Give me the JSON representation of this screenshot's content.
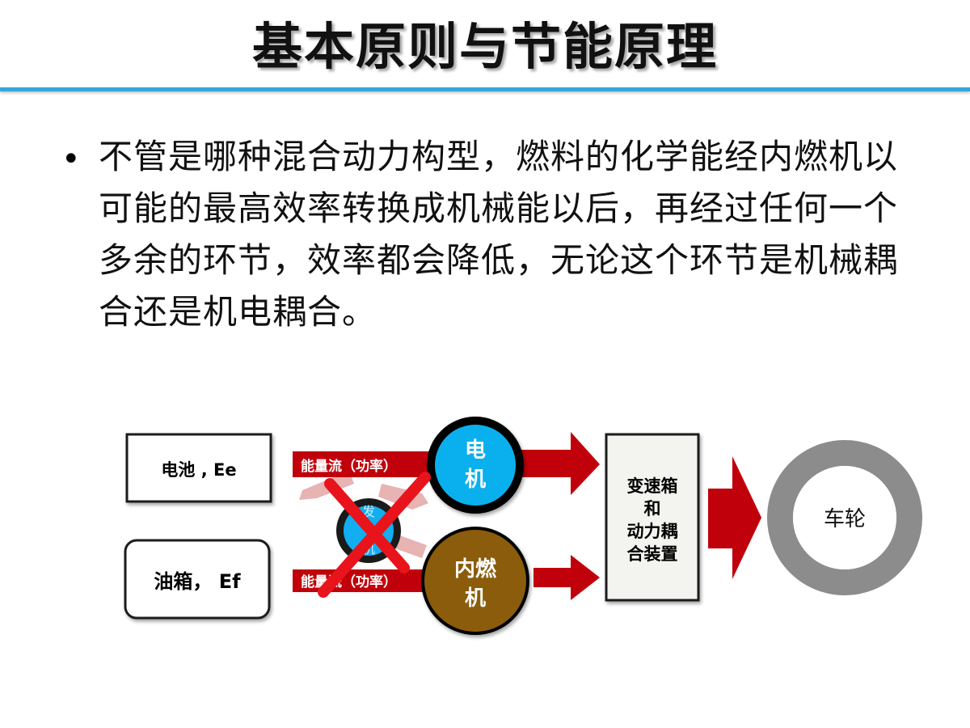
{
  "slide": {
    "title": "基本原则与节能原理",
    "bullet": "不管是哪种混合动力构型，燃料的化学能经内燃机以可能的最高效率转换成机械能以后，再经过任何一个多余的环节，效率都会降低，无论这个环节是机械耦合还是机电耦合。"
  },
  "diagram": {
    "battery_label": "电池 , Ee",
    "fuel_tank_label": "油箱，  Ef",
    "flow_label_top": "能量流（功率）",
    "flow_label_bottom": "能量流（功率）",
    "motor_line1": "电",
    "motor_line2": "机",
    "engine_line1": "内燃",
    "engine_line2": "机",
    "gearbox_line1": "变速箱",
    "gearbox_line2": "和",
    "gearbox_line3": "动力耦",
    "gearbox_line4": "合装置",
    "wheel_label": "车轮",
    "colors": {
      "accent": "#33a6dd",
      "arrow_red": "#c0000a",
      "motor_blue": "#0ab0ee",
      "engine_brown": "#8b5c0b",
      "wheel_gray": "#8c8c8c"
    }
  }
}
